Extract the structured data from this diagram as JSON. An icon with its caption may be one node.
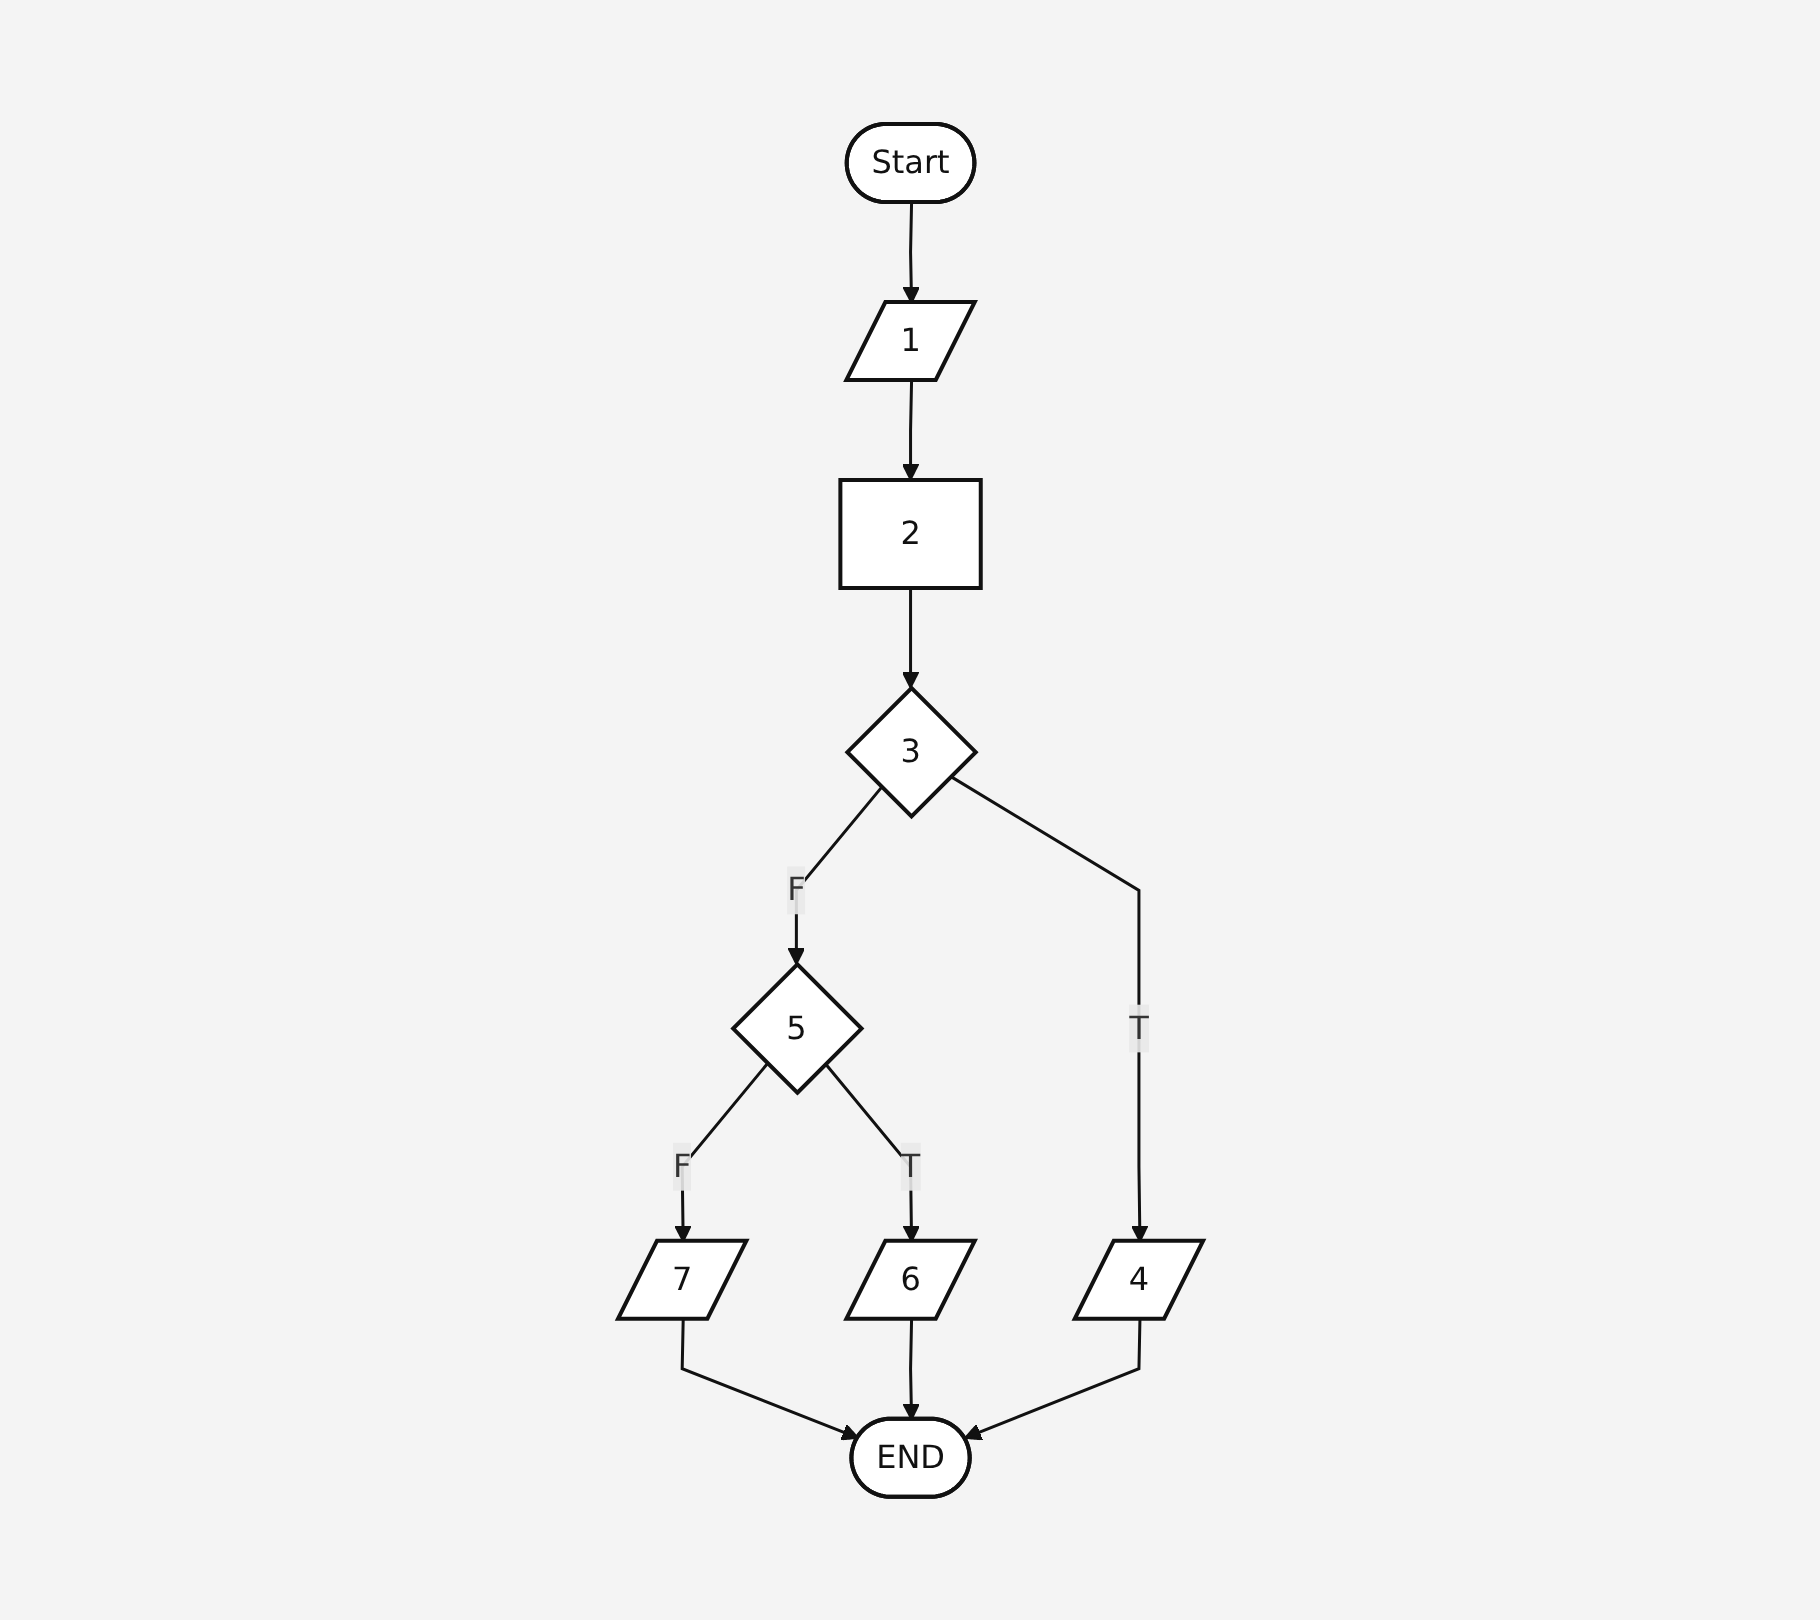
{
  "diagram": {
    "nodes": [
      {
        "text": [
          "Start"
        ]
      },
      {
        "text": [
          "1"
        ]
      },
      {
        "text": [
          "2"
        ]
      },
      {
        "text": [
          "3"
        ]
      },
      {
        "text": [
          "5"
        ]
      },
      {
        "text": [
          "4"
        ]
      },
      {
        "text": [
          "7"
        ]
      },
      {
        "text": [
          "6"
        ]
      },
      {
        "text": [
          "END"
        ]
      }
    ],
    "edges": [
      {
        "from": 0,
        "to": 1,
        "arrow": "to"
      },
      {
        "from": 1,
        "to": 2,
        "arrow": "to"
      },
      {
        "from": 2,
        "to": 3,
        "arrow": "to"
      },
      {
        "from": 3,
        "to": 4,
        "arrow": "to",
        "label": "F"
      },
      {
        "from": 3,
        "to": 5,
        "arrow": "to",
        "label": "T"
      },
      {
        "from": 4,
        "to": 6,
        "arrow": "to",
        "label": "F"
      },
      {
        "from": 4,
        "to": 7,
        "arrow": "to",
        "label": "T"
      },
      {
        "from": 6,
        "to": 8,
        "arrow": "to"
      },
      {
        "from": 7,
        "to": 8,
        "arrow": "to"
      },
      {
        "from": 5,
        "to": 8,
        "arrow": "to"
      }
    ]
  }
}
